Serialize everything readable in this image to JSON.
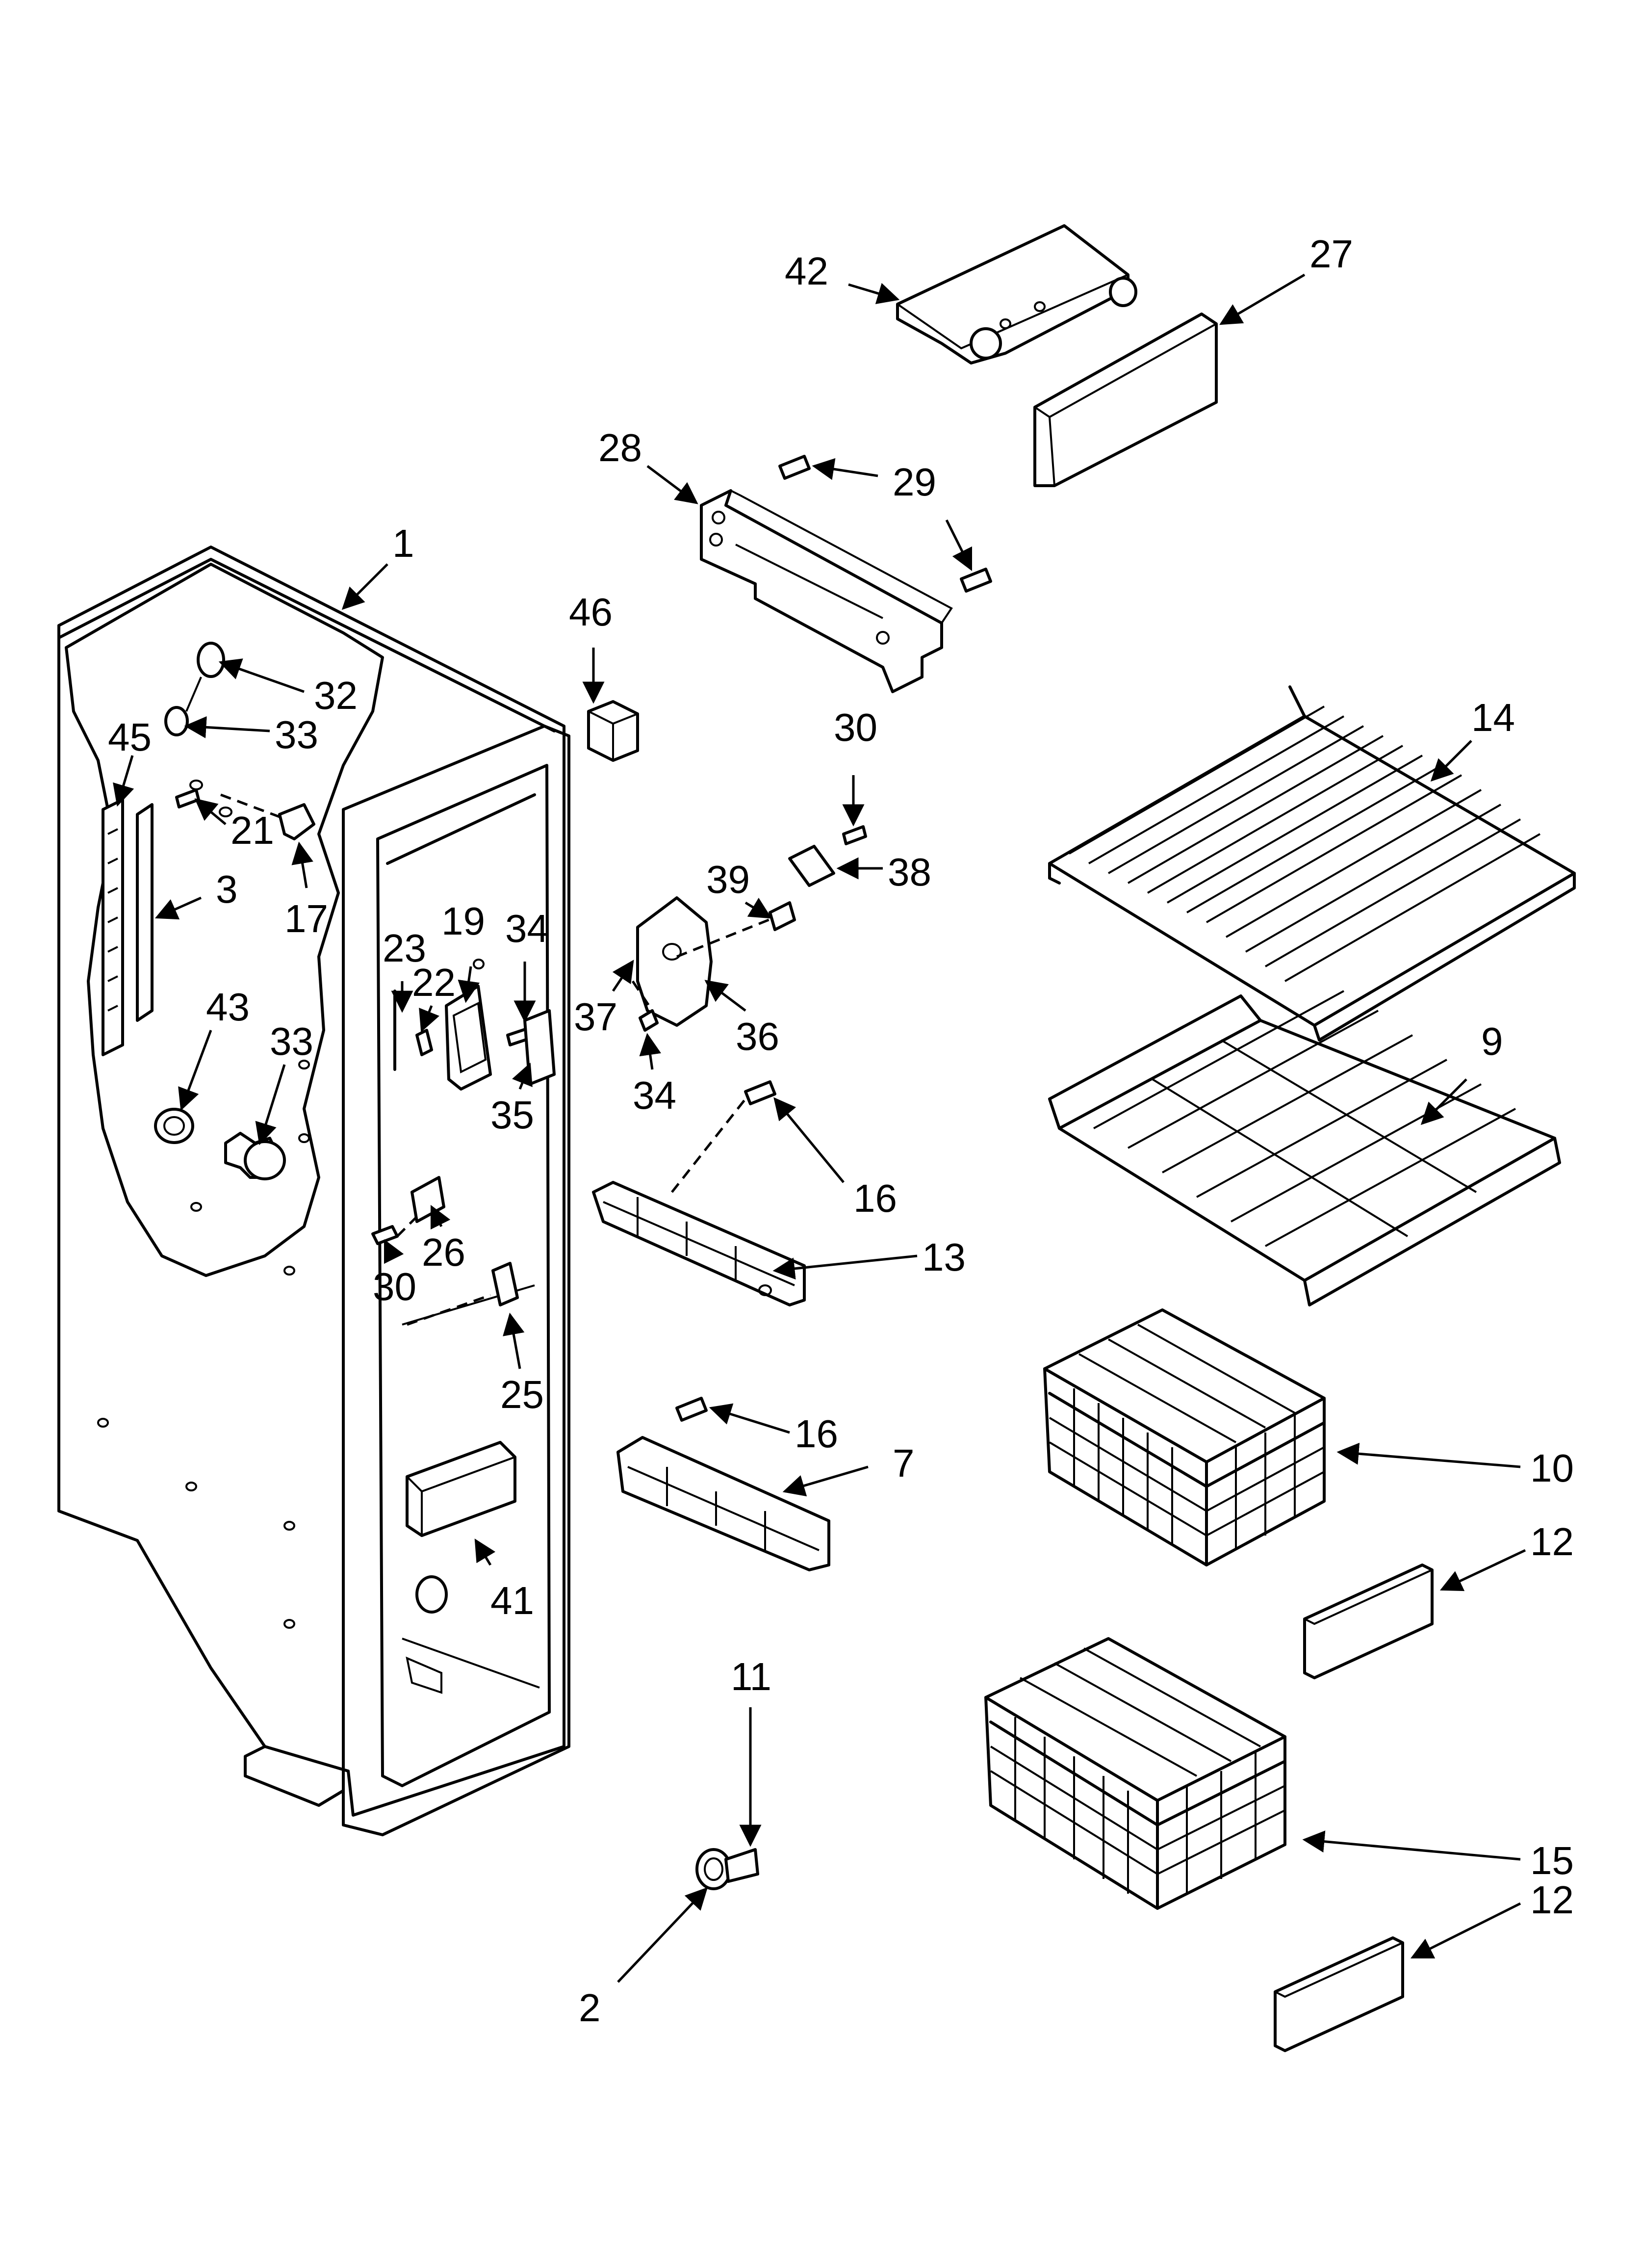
{
  "callouts": [
    {
      "id": "c1",
      "text": "1"
    },
    {
      "id": "c2",
      "text": "2"
    },
    {
      "id": "c3",
      "text": "3"
    },
    {
      "id": "c7",
      "text": "7"
    },
    {
      "id": "c9",
      "text": "9"
    },
    {
      "id": "c10",
      "text": "10"
    },
    {
      "id": "c11",
      "text": "11"
    },
    {
      "id": "c12a",
      "text": "12"
    },
    {
      "id": "c12b",
      "text": "12"
    },
    {
      "id": "c13",
      "text": "13"
    },
    {
      "id": "c14",
      "text": "14"
    },
    {
      "id": "c15",
      "text": "15"
    },
    {
      "id": "c16a",
      "text": "16"
    },
    {
      "id": "c16b",
      "text": "16"
    },
    {
      "id": "c17",
      "text": "17"
    },
    {
      "id": "c19",
      "text": "19"
    },
    {
      "id": "c21",
      "text": "21"
    },
    {
      "id": "c22",
      "text": "22"
    },
    {
      "id": "c23",
      "text": "23"
    },
    {
      "id": "c25",
      "text": "25"
    },
    {
      "id": "c26",
      "text": "26"
    },
    {
      "id": "c27",
      "text": "27"
    },
    {
      "id": "c28",
      "text": "28"
    },
    {
      "id": "c29",
      "text": "29"
    },
    {
      "id": "c30a",
      "text": "30"
    },
    {
      "id": "c30b",
      "text": "30"
    },
    {
      "id": "c32",
      "text": "32"
    },
    {
      "id": "c33a",
      "text": "33"
    },
    {
      "id": "c33b",
      "text": "33"
    },
    {
      "id": "c34a",
      "text": "34"
    },
    {
      "id": "c34b",
      "text": "34"
    },
    {
      "id": "c35",
      "text": "35"
    },
    {
      "id": "c36",
      "text": "36"
    },
    {
      "id": "c37",
      "text": "37"
    },
    {
      "id": "c38",
      "text": "38"
    },
    {
      "id": "c39",
      "text": "39"
    },
    {
      "id": "c41",
      "text": "41"
    },
    {
      "id": "c42",
      "text": "42"
    },
    {
      "id": "c43",
      "text": "43"
    },
    {
      "id": "c45",
      "text": "45"
    },
    {
      "id": "c46",
      "text": "46"
    }
  ]
}
